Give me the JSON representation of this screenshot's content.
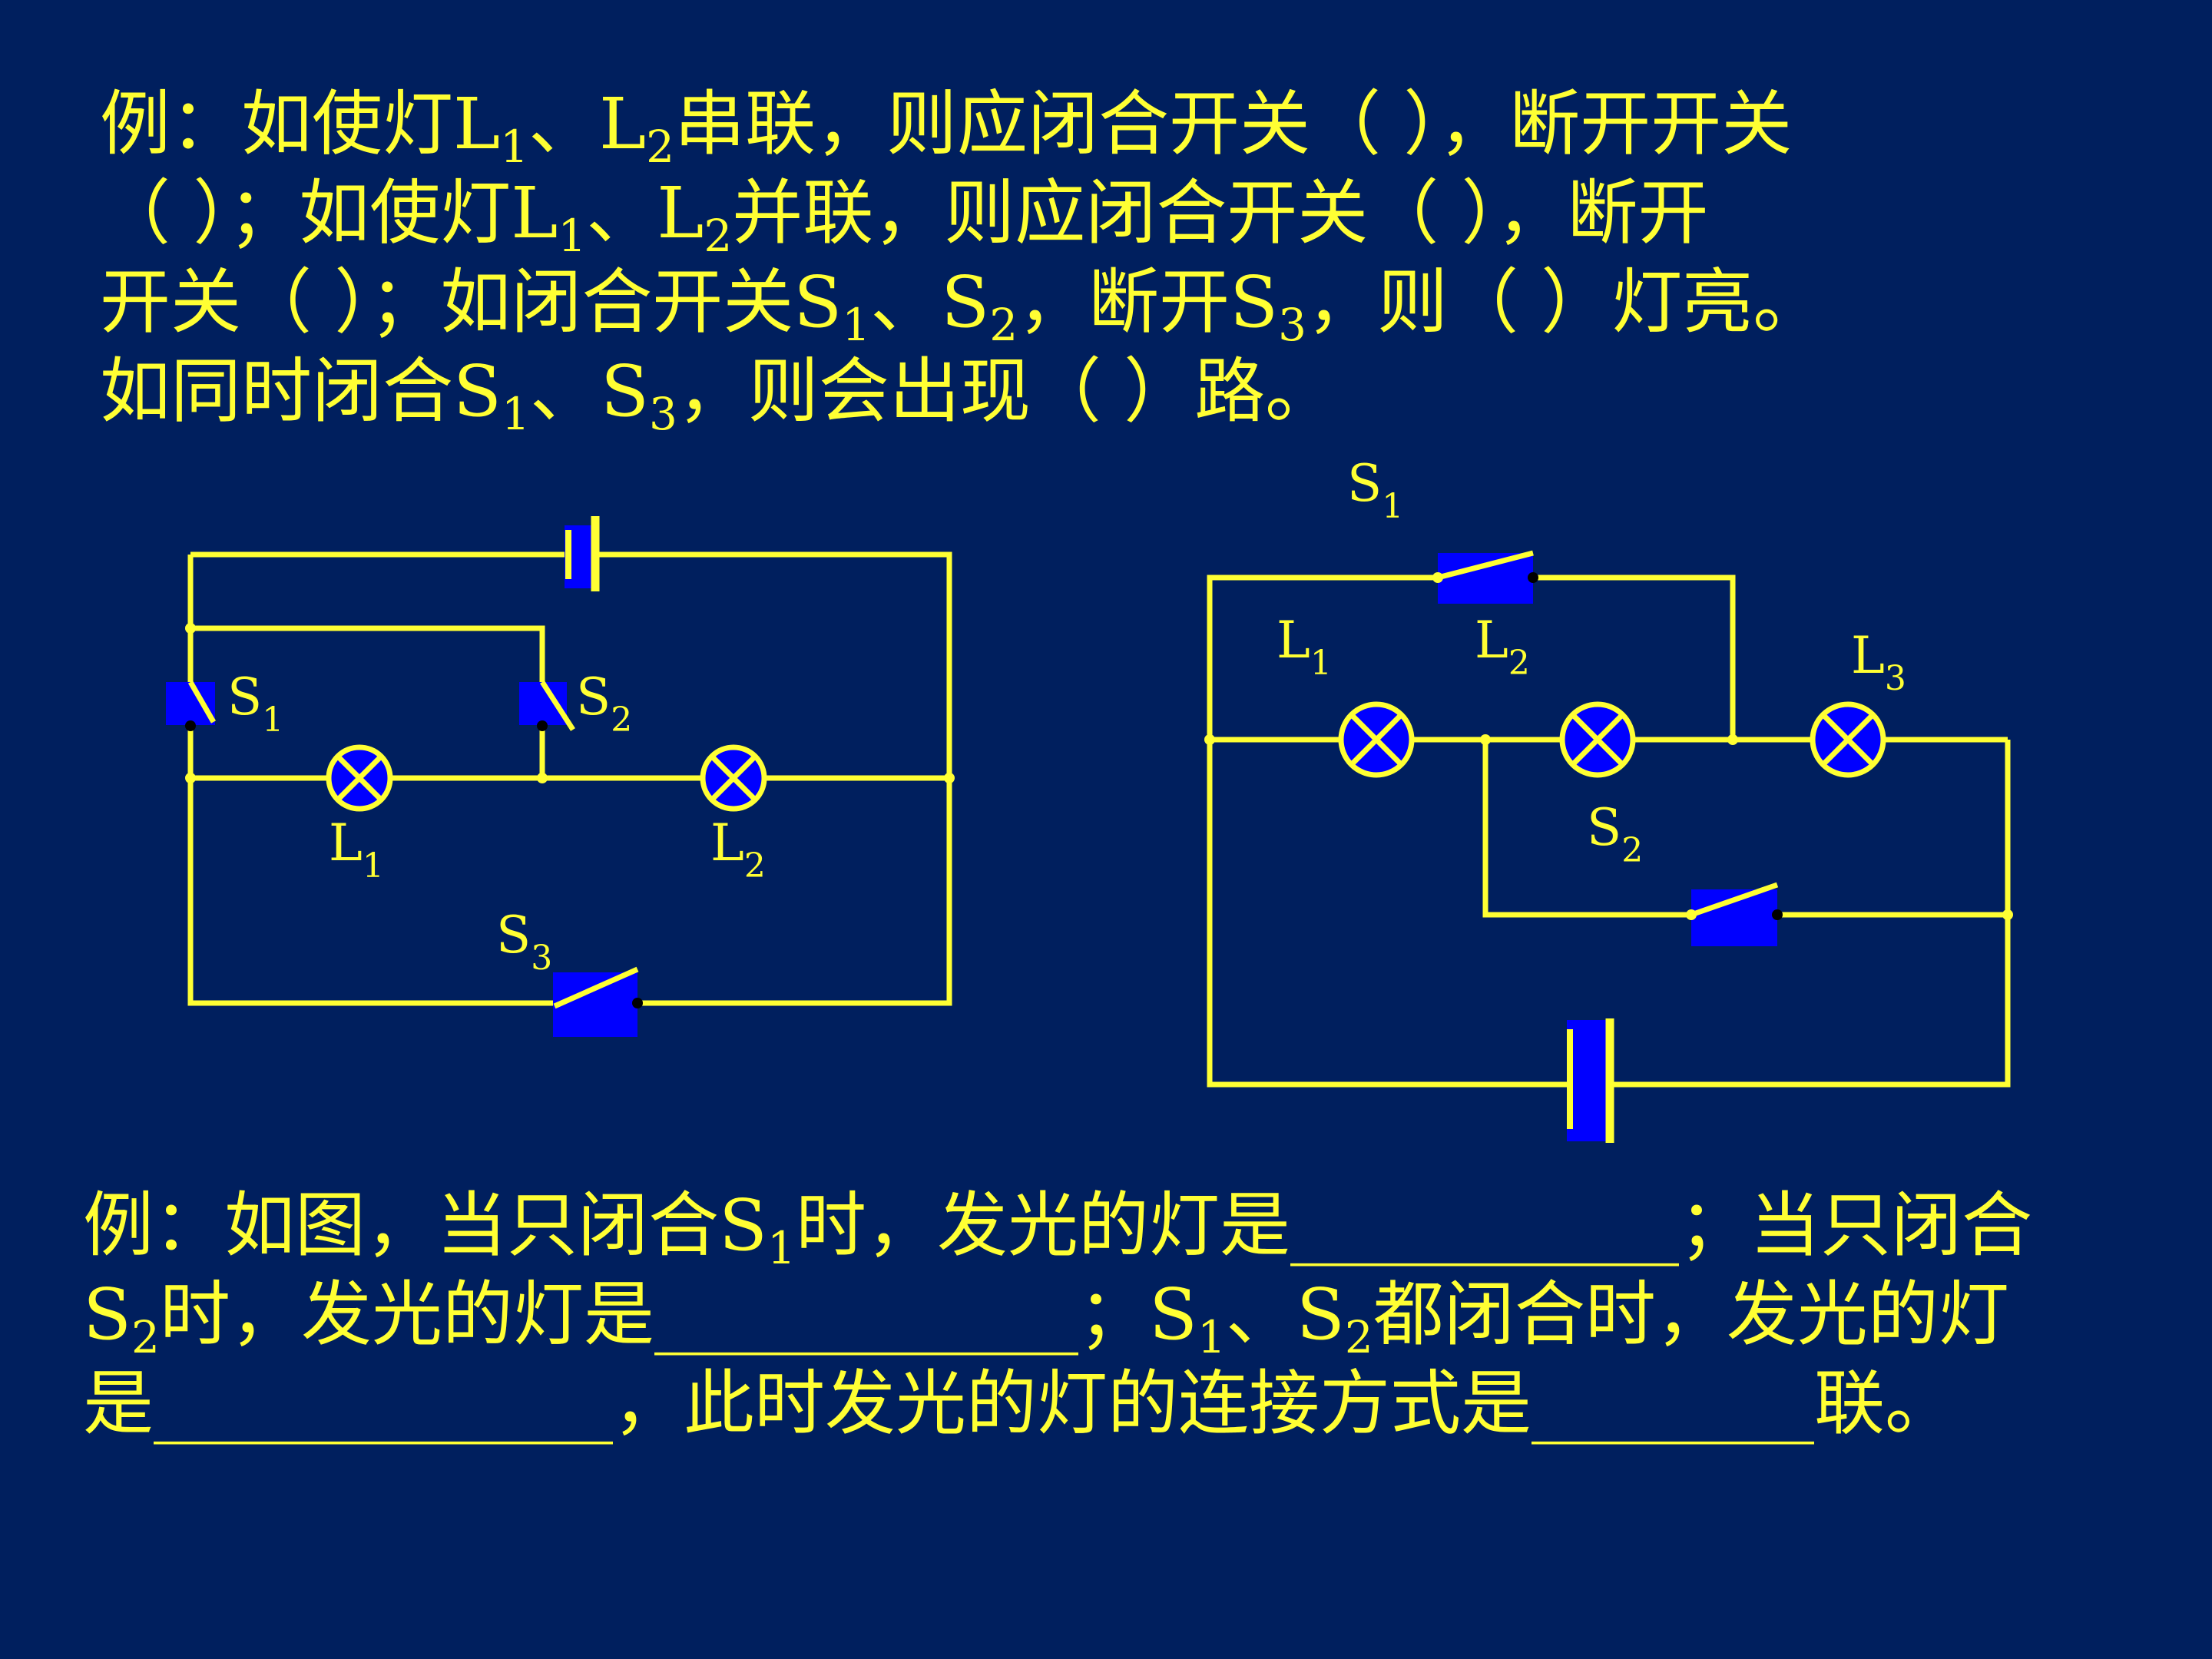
{
  "question1": {
    "lines": [
      [
        {
          "t": "例：如使灯L"
        },
        {
          "sub": "1"
        },
        {
          "t": "、L"
        },
        {
          "sub": "2"
        },
        {
          "t": "串联，则应闭合开关（      ），断开开关"
        }
      ],
      [
        {
          "t": "（    ）；如使灯L"
        },
        {
          "sub": "1"
        },
        {
          "t": "、L"
        },
        {
          "sub": "2"
        },
        {
          "t": "并联，则应闭合开关（      ），断开"
        }
      ],
      [
        {
          "t": "开关（    ）；如闭合开关S"
        },
        {
          "sub": "1"
        },
        {
          "t": "、S"
        },
        {
          "sub": "2"
        },
        {
          "t": "，断开S"
        },
        {
          "sub": "3"
        },
        {
          "t": "，则（   ）灯亮。"
        }
      ],
      [
        {
          "t": "如同时闭合S"
        },
        {
          "sub": "1"
        },
        {
          "t": "、S"
        },
        {
          "sub": "3"
        },
        {
          "t": "，则会出现（    ）路。"
        }
      ]
    ]
  },
  "question2": {
    "lines": [
      [
        {
          "t": "例：如图，当只闭合S"
        },
        {
          "sub": "1"
        },
        {
          "t": "时，发光的灯是___________；当只闭合"
        }
      ],
      [
        {
          "t": "S"
        },
        {
          "sub": "2"
        },
        {
          "t": "时，发光的灯是____________；S"
        },
        {
          "sub": "1"
        },
        {
          "t": "、S"
        },
        {
          "sub": "2"
        },
        {
          "t": "都闭合时，发光的灯"
        }
      ],
      [
        {
          "t": "是_____________，此时发光的灯的连接方式是________联。"
        }
      ]
    ]
  },
  "left_circuit": {
    "labels": {
      "s1": {
        "main": "S",
        "sub": "1"
      },
      "s2": {
        "main": "S",
        "sub": "2"
      },
      "s3": {
        "main": "S",
        "sub": "3"
      },
      "l1": {
        "main": "L",
        "sub": "1"
      },
      "l2": {
        "main": "L",
        "sub": "2"
      }
    }
  },
  "right_circuit": {
    "labels": {
      "s1": {
        "main": "S",
        "sub": "1"
      },
      "s2": {
        "main": "S",
        "sub": "2"
      },
      "l1": {
        "main": "L",
        "sub": "1"
      },
      "l2": {
        "main": "L",
        "sub": "2"
      },
      "l3": {
        "main": "L",
        "sub": "3"
      }
    }
  },
  "colors": {
    "background": "#001f5e",
    "wire": "#ffff33",
    "component_fill": "#0000ff",
    "dot": "#000000"
  }
}
